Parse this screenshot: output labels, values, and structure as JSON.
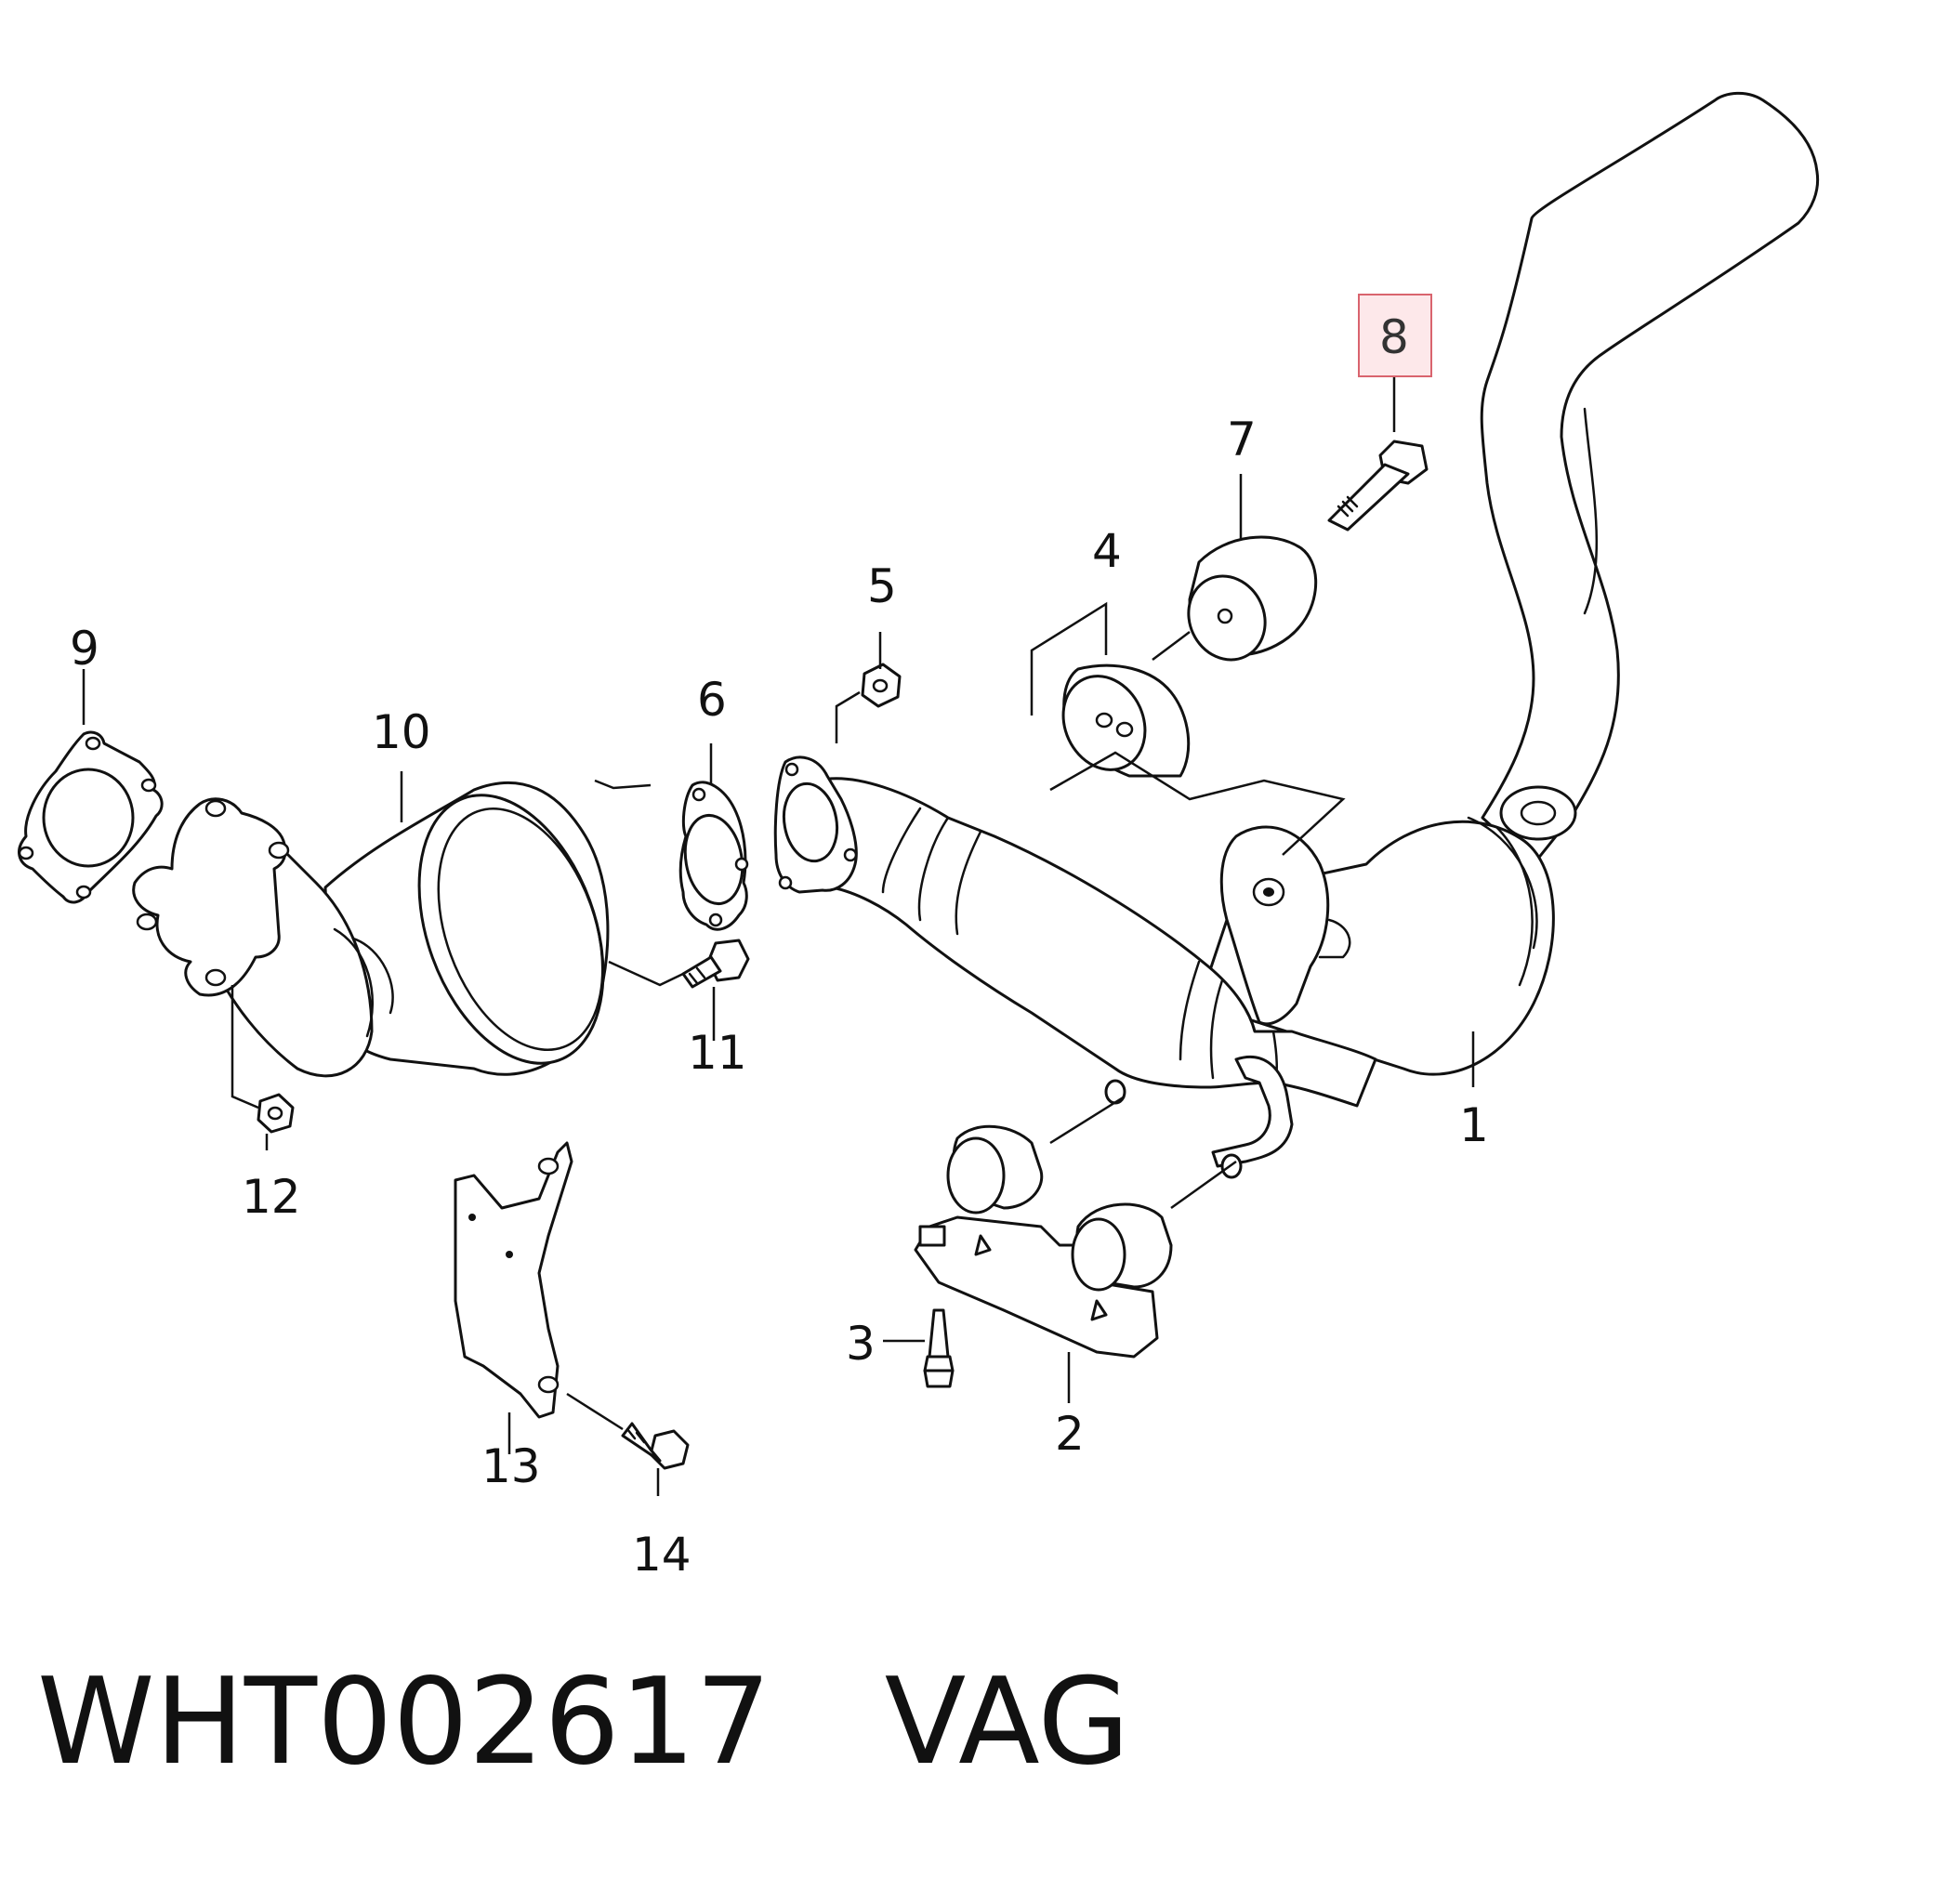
{
  "callouts": {
    "c1": "1",
    "c2": "2",
    "c3": "3",
    "c4": "4",
    "c5": "5",
    "c6": "6",
    "c7": "7",
    "c8": "8",
    "c9": "9",
    "c10": "10",
    "c11": "11",
    "c12": "12",
    "c13": "13",
    "c14": "14"
  },
  "highlighted_callout": "8",
  "highlight_color": "#d9646e",
  "part_code": "WHT002617   VAG"
}
